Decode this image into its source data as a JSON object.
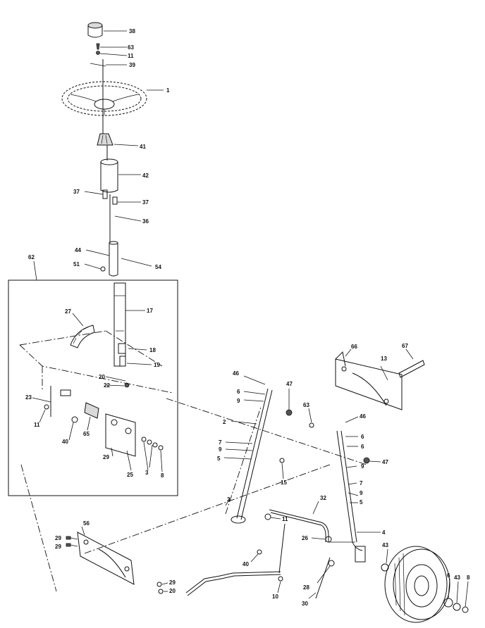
{
  "diagram": {
    "labels": [
      {
        "id": "38",
        "text": "38"
      },
      {
        "id": "63a",
        "text": "63"
      },
      {
        "id": "11a",
        "text": "11"
      },
      {
        "id": "39",
        "text": "39"
      },
      {
        "id": "1",
        "text": "1"
      },
      {
        "id": "41",
        "text": "41"
      },
      {
        "id": "42",
        "text": "42"
      },
      {
        "id": "37a",
        "text": "37"
      },
      {
        "id": "37b",
        "text": "37"
      },
      {
        "id": "36",
        "text": "36"
      },
      {
        "id": "62",
        "text": "62"
      },
      {
        "id": "44",
        "text": "44"
      },
      {
        "id": "51",
        "text": "51"
      },
      {
        "id": "54",
        "text": "54"
      },
      {
        "id": "27",
        "text": "27"
      },
      {
        "id": "17",
        "text": "17"
      },
      {
        "id": "18",
        "text": "18"
      },
      {
        "id": "19",
        "text": "19"
      },
      {
        "id": "20a",
        "text": "20"
      },
      {
        "id": "22",
        "text": "22"
      },
      {
        "id": "23",
        "text": "23"
      },
      {
        "id": "11b",
        "text": "11"
      },
      {
        "id": "65",
        "text": "65"
      },
      {
        "id": "40a",
        "text": "40"
      },
      {
        "id": "29a",
        "text": "29"
      },
      {
        "id": "25",
        "text": "25"
      },
      {
        "id": "3a",
        "text": "3"
      },
      {
        "id": "8a",
        "text": "8"
      },
      {
        "id": "66",
        "text": "66"
      },
      {
        "id": "13",
        "text": "13"
      },
      {
        "id": "67",
        "text": "67"
      },
      {
        "id": "46a",
        "text": "46"
      },
      {
        "id": "6a",
        "text": "6"
      },
      {
        "id": "9a",
        "text": "9"
      },
      {
        "id": "47a",
        "text": "47"
      },
      {
        "id": "63b",
        "text": "63"
      },
      {
        "id": "2",
        "text": "2"
      },
      {
        "id": "7a",
        "text": "7"
      },
      {
        "id": "9b",
        "text": "9"
      },
      {
        "id": "5a",
        "text": "5"
      },
      {
        "id": "46b",
        "text": "46"
      },
      {
        "id": "6b",
        "text": "6"
      },
      {
        "id": "6c",
        "text": "6"
      },
      {
        "id": "9c",
        "text": "9"
      },
      {
        "id": "47b",
        "text": "47"
      },
      {
        "id": "15",
        "text": "15"
      },
      {
        "id": "3b",
        "text": "3"
      },
      {
        "id": "7b",
        "text": "7"
      },
      {
        "id": "9d",
        "text": "9"
      },
      {
        "id": "5b",
        "text": "5"
      },
      {
        "id": "32",
        "text": "32"
      },
      {
        "id": "11c",
        "text": "11"
      },
      {
        "id": "4",
        "text": "4"
      },
      {
        "id": "56",
        "text": "56"
      },
      {
        "id": "29b",
        "text": "29"
      },
      {
        "id": "29c",
        "text": "29"
      },
      {
        "id": "26a",
        "text": "26"
      },
      {
        "id": "40b",
        "text": "40"
      },
      {
        "id": "43a",
        "text": "43"
      },
      {
        "id": "29d",
        "text": "29"
      },
      {
        "id": "20b",
        "text": "20"
      },
      {
        "id": "28",
        "text": "28"
      },
      {
        "id": "10",
        "text": "10"
      },
      {
        "id": "30",
        "text": "30"
      },
      {
        "id": "6d",
        "text": "6"
      },
      {
        "id": "43b",
        "text": "43"
      },
      {
        "id": "8b",
        "text": "8"
      }
    ]
  }
}
